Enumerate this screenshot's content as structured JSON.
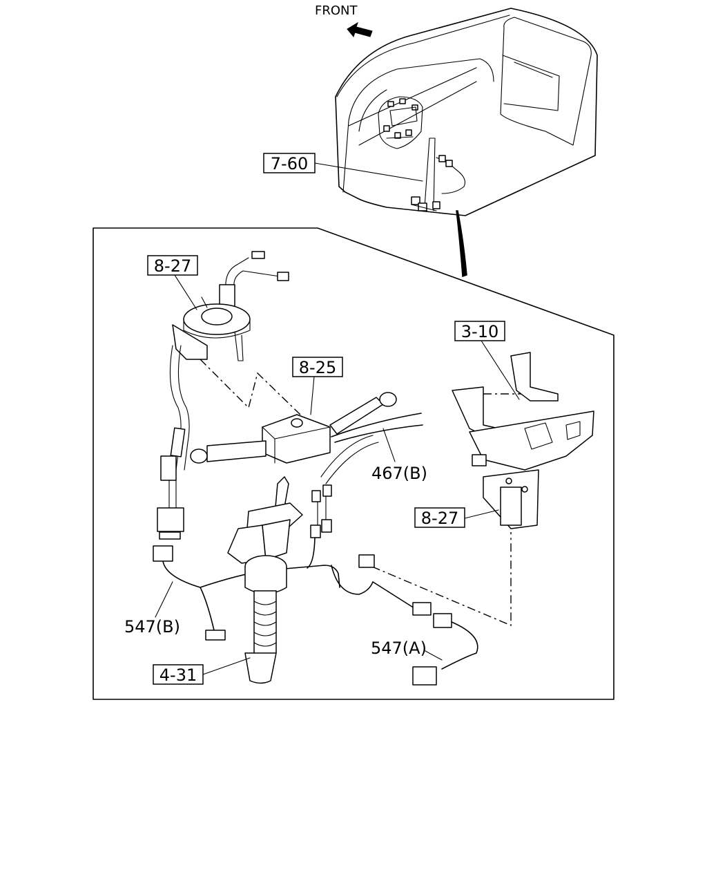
{
  "orientation": {
    "label": "FRONT"
  },
  "callouts": {
    "c_7_60": "7-60",
    "c_8_27_top": "8-27",
    "c_8_25": "8-25",
    "c_3_10": "3-10",
    "c_467b": "467(B)",
    "c_8_27_right": "8-27",
    "c_547b": "547(B)",
    "c_547a": "547(A)",
    "c_4_31": "4-31"
  }
}
